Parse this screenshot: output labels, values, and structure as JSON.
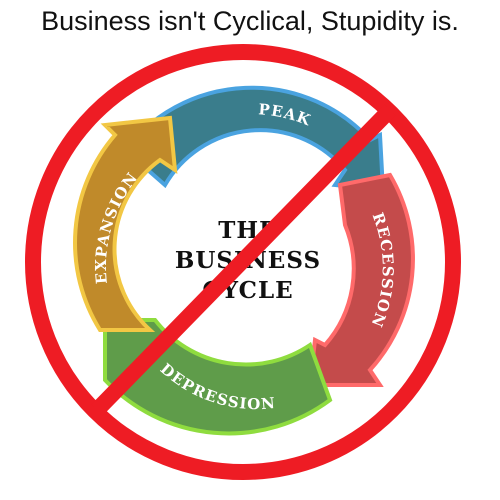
{
  "caption": "Business isn't Cyclical, Stupidity is.",
  "cycle": {
    "center_lines": [
      "THE",
      "BUSINESS",
      "CYCLE"
    ],
    "segments": [
      {
        "label": "PEAK",
        "color": "#3a7d8c"
      },
      {
        "label": "RECESSION",
        "color": "#c44b4b"
      },
      {
        "label": "DEPRESSION",
        "color": "#5f9c4a"
      },
      {
        "label": "EXPANSION",
        "color": "#c08a2a"
      }
    ]
  },
  "prohibition_sign": {
    "color": "#ee1c24"
  }
}
